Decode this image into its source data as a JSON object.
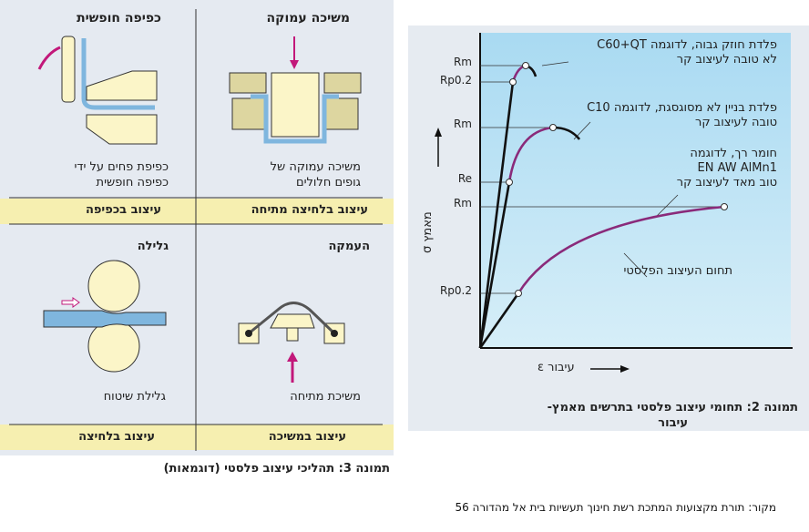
{
  "figure3": {
    "caption": "תמונה 3: תהליכי עיצוב פלסטי (דוגמאות)",
    "cells": [
      {
        "title": "משיכה עמוקה",
        "desc1": "משיכה עמוקה של",
        "desc2": "גופים חלולים"
      },
      {
        "title": "כפיפה חופשית",
        "desc1": "כפיפת פחים על ידי",
        "desc2": "כפיפה חופשית"
      },
      {
        "title": "העמקה",
        "desc1": "משיכת מתיחה"
      },
      {
        "title": "גלילה",
        "desc1": "גלילת שיטוח"
      }
    ],
    "bands": [
      "עיצוב בלחיצה מתיחה",
      "עיצוב בכפיפה",
      "עיצוב במשיכה",
      "עיצוב בלחיצה"
    ]
  },
  "figure2": {
    "caption_line1": "תמונה 2: תחומי עיצוב פלסטי בתרשים מאמץ-",
    "caption_line2": "עיבור",
    "y_axis_label": "מאמץ σ",
    "x_axis_label": "עיבור ε",
    "levels": [
      "Rm",
      "Rp0.2",
      "Rm",
      "Re",
      "Rm",
      "Rp0.2"
    ],
    "materials": [
      {
        "line1": "פלדת חוזק גבוה, לדוגמה C60+QT",
        "line2": "לא טובה לעיצוב קר"
      },
      {
        "line1": "פלדת בניין לא מסוגסגת, לדוגמה C10",
        "line2": "טובה לעיצוב קר"
      },
      {
        "line1": "חומר רך, לדוגמה",
        "line2": "EN AW AlMn1",
        "line3": "טוב מאד לעיצוב קר"
      }
    ],
    "plastic_range_label": "תחום העיצוב הפלסטי"
  },
  "source": "מקור: תורת מקצועות המתכת רשת חינוך תעשיות בית אל מהדורה 56"
}
